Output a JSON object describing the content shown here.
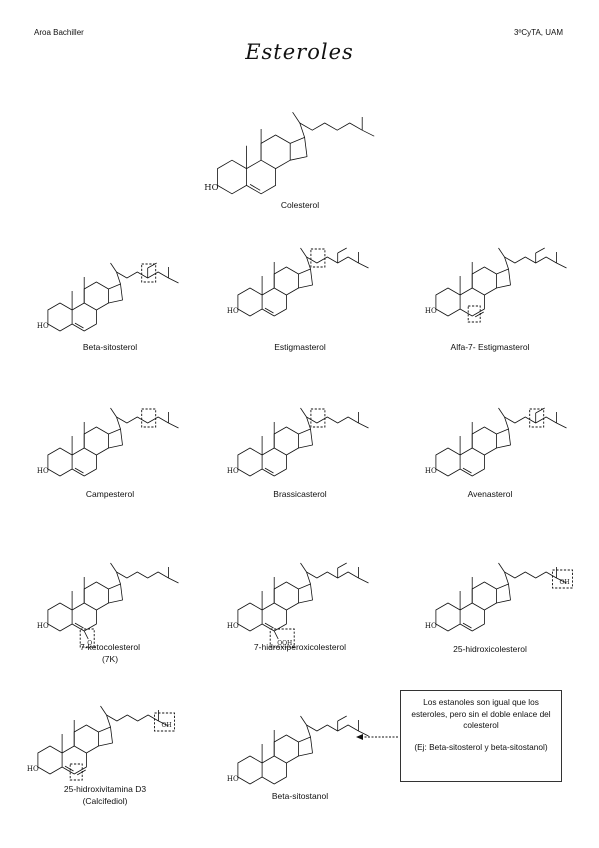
{
  "header": {
    "author": "Aroa Bachiller",
    "course": "3ºCyTA, UAM"
  },
  "title": "Esteroles",
  "labels": {
    "colesterol": "Colesterol",
    "beta_sitosterol": "Beta-sitosterol",
    "estigmasterol": "Estigmasterol",
    "alfa7": "Alfa-7- Estigmasterol",
    "campesterol": "Campesterol",
    "brassicasterol": "Brassicasterol",
    "avenasterol": "Avenasterol",
    "ketocolesterol": "7-ketocolesterol",
    "ketocolesterol_abbr": "(7K)",
    "hidroxiperoxi": "7-hidroxiperoxicolesterol",
    "hidroxicolesterol25": "25-hidroxicolesterol",
    "vitd3": "25-hidroxivitamina D3",
    "vitd3_alt": "(Calcifediol)",
    "sitostanol": "Beta-sitostanol"
  },
  "atoms": {
    "ho": "HO",
    "oh": "OH",
    "o": "O",
    "ooh": "OOH"
  },
  "note": {
    "line1": "Los estanoles son igual que los esteroles, pero sin el doble enlace del colesterol",
    "line2": "(Ej: Beta-sitosterol y beta-sitostanol)"
  }
}
